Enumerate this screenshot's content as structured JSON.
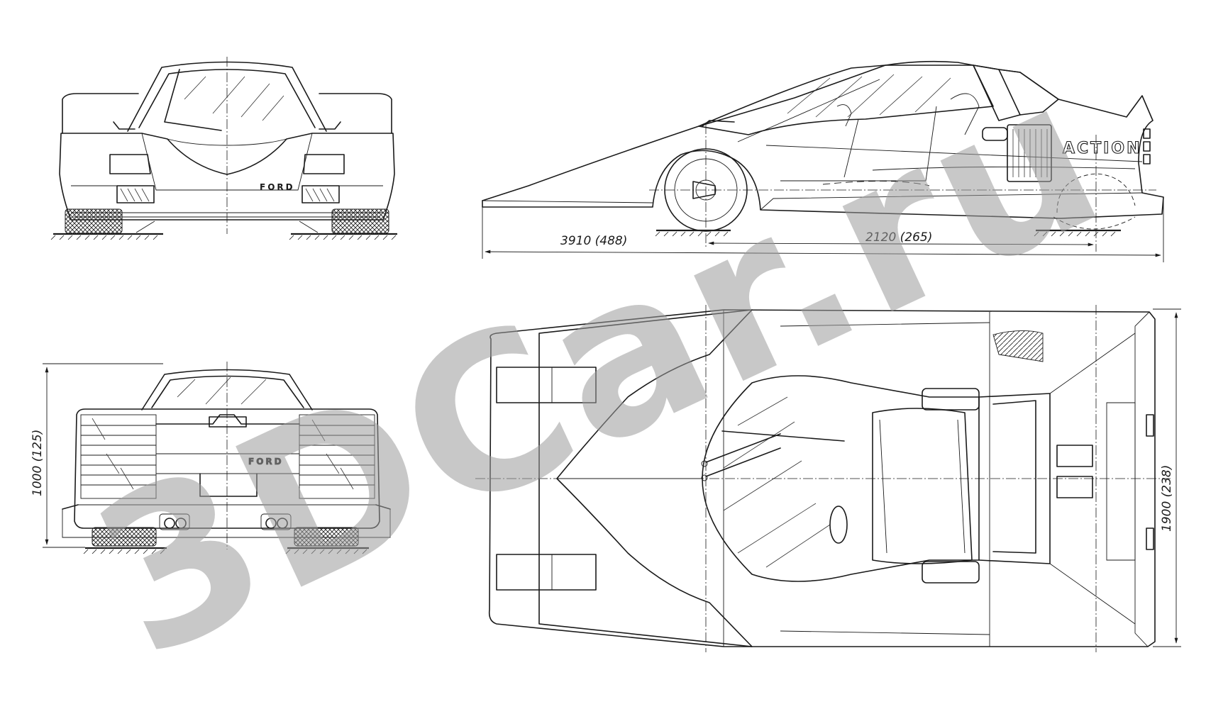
{
  "watermark": "3DCar.ru",
  "side_view": {
    "dim_length": "3910  (488)",
    "dim_wheelbase": "2120  (265)",
    "side_lettering": "ACTION"
  },
  "front_view": {
    "badge": "FORD"
  },
  "rear_view": {
    "badge": "FORD",
    "dim_height": "1000 (125)"
  },
  "top_view": {
    "dim_width": "1900  (238)"
  },
  "colors": {
    "ink": "#1a1a1a",
    "watermark": "#9c9c9c",
    "paper": "#ffffff"
  }
}
